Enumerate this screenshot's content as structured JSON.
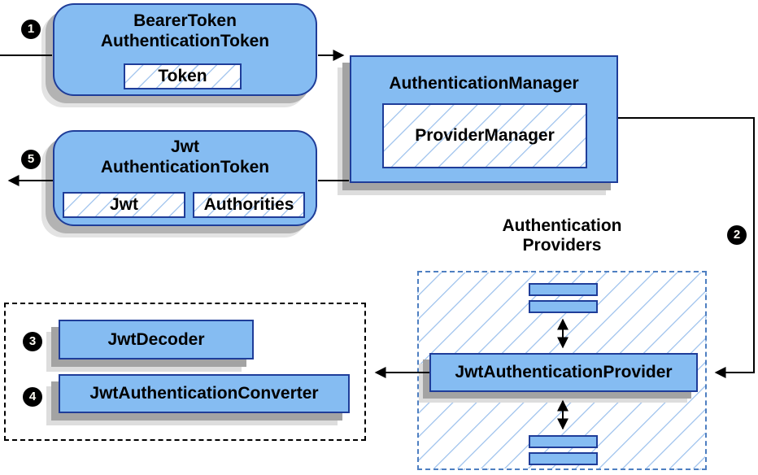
{
  "colors": {
    "box_fill": "#85bcf2",
    "box_border": "#1f3d99",
    "hatch_line": "#a9c9ef",
    "dashed_blue": "#4e7fc1",
    "shadow_dark": "#a3a3a3",
    "shadow_light": "#dddddd",
    "arrow": "#000000"
  },
  "badges": {
    "step1": "1",
    "step2": "2",
    "step3": "3",
    "step4": "4",
    "step5": "5"
  },
  "nodes": {
    "bearer_token": {
      "title_line1": "BearerToken",
      "title_line2": "AuthenticationToken",
      "token_label": "Token"
    },
    "authentication_manager": {
      "title": "AuthenticationManager",
      "provider_manager_label": "ProviderManager"
    },
    "jwt_authentication_token": {
      "title_line1": "Jwt",
      "title_line2": "AuthenticationToken",
      "jwt_label": "Jwt",
      "authorities_label": "Authorities"
    },
    "authentication_providers": {
      "title_line1": "Authentication",
      "title_line2": "Providers",
      "provider_label": "JwtAuthenticationProvider"
    },
    "decoder_group": {
      "decoder_label": "JwtDecoder",
      "converter_label": "JwtAuthenticationConverter"
    }
  }
}
